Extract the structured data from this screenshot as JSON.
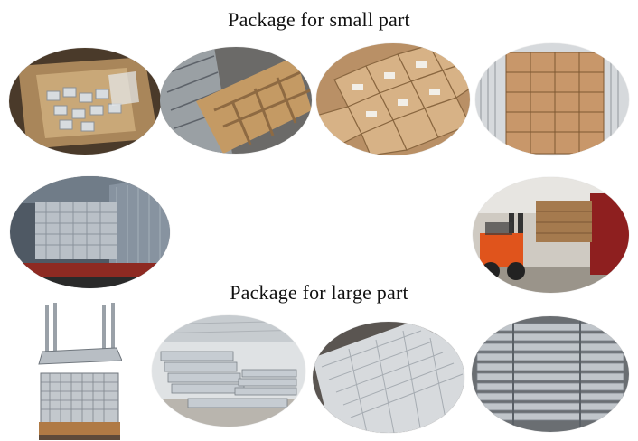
{
  "headings": {
    "small": "Package for small part",
    "large": "Package for large part"
  },
  "photos": [
    {
      "name": "photo-box-of-metal-clips"
    },
    {
      "name": "photo-carton-compartments"
    },
    {
      "name": "photo-stacked-cartons"
    },
    {
      "name": "photo-container-loaded-cartons"
    },
    {
      "name": "photo-truck-loaded-mesh-panels"
    },
    {
      "name": "photo-forklift-loading-truck"
    },
    {
      "name": "photo-steel-pallet-rack"
    },
    {
      "name": "photo-warehouse-steel-posts"
    },
    {
      "name": "photo-welded-mesh-stack"
    },
    {
      "name": "photo-ground-screw-bundle"
    }
  ],
  "colors": {
    "cardboard": "#c8a57a",
    "cardboard_dark": "#8e6a42",
    "steel": "#b9bec4",
    "steel_dark": "#6f767d",
    "wood": "#b07a45",
    "truck_red": "#8e1f1f",
    "forklift_orange": "#e0541c"
  }
}
